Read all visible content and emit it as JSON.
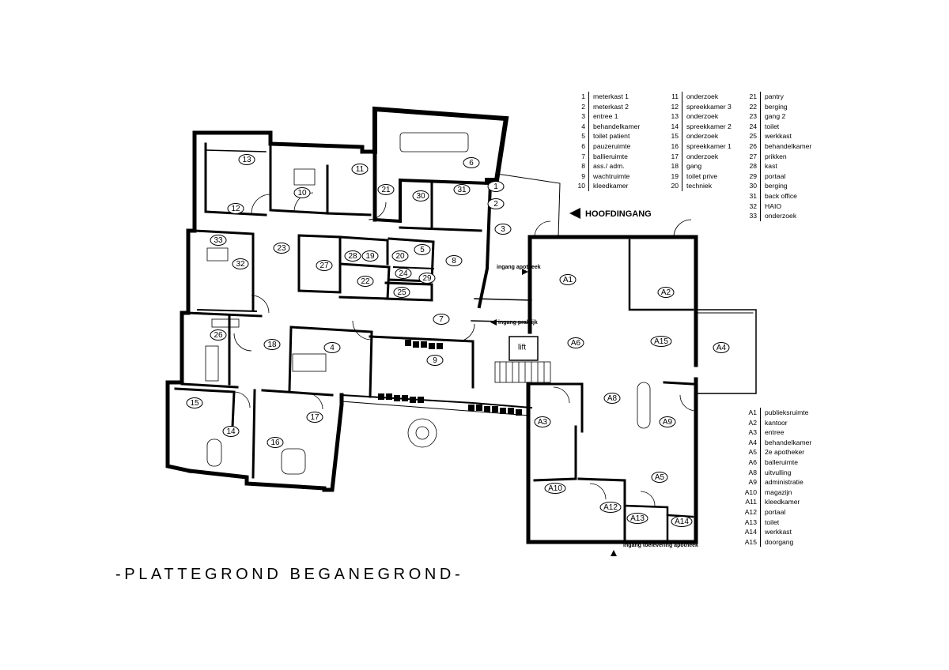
{
  "title": "-PLATTEGROND BEGANEGROND-",
  "legend_main": [
    {
      "num": "1",
      "label": "meterkast 1"
    },
    {
      "num": "2",
      "label": "meterkast 2"
    },
    {
      "num": "3",
      "label": "entree 1"
    },
    {
      "num": "4",
      "label": "behandelkamer"
    },
    {
      "num": "5",
      "label": "toilet patient"
    },
    {
      "num": "6",
      "label": "pauzeruimte"
    },
    {
      "num": "7",
      "label": "ballieruimte"
    },
    {
      "num": "8",
      "label": "ass./ adm."
    },
    {
      "num": "9",
      "label": "wachtruimte"
    },
    {
      "num": "10",
      "label": "kleedkamer"
    },
    {
      "num": "11",
      "label": "onderzoek"
    },
    {
      "num": "12",
      "label": "spreekkamer 3"
    },
    {
      "num": "13",
      "label": "onderzoek"
    },
    {
      "num": "14",
      "label": "spreekkamer 2"
    },
    {
      "num": "15",
      "label": "onderzoek"
    },
    {
      "num": "16",
      "label": "spreekkamer 1"
    },
    {
      "num": "17",
      "label": "onderzoek"
    },
    {
      "num": "18",
      "label": "gang"
    },
    {
      "num": "19",
      "label": "toilet prive"
    },
    {
      "num": "20",
      "label": "techniek"
    },
    {
      "num": "21",
      "label": "pantry"
    },
    {
      "num": "22",
      "label": "berging"
    },
    {
      "num": "23",
      "label": "gang 2"
    },
    {
      "num": "24",
      "label": "toilet"
    },
    {
      "num": "25",
      "label": "werkkast"
    },
    {
      "num": "26",
      "label": "behandelkamer"
    },
    {
      "num": "27",
      "label": "prikken"
    },
    {
      "num": "28",
      "label": "kast"
    },
    {
      "num": "29",
      "label": "portaal"
    },
    {
      "num": "30",
      "label": "berging"
    },
    {
      "num": "31",
      "label": "back office"
    },
    {
      "num": "32",
      "label": "HAIO"
    },
    {
      "num": "33",
      "label": "onderzoek"
    }
  ],
  "legend_a": [
    {
      "num": "A1",
      "label": "publieksruimte"
    },
    {
      "num": "A2",
      "label": "kantoor"
    },
    {
      "num": "A3",
      "label": "entree"
    },
    {
      "num": "A4",
      "label": "behandelkamer"
    },
    {
      "num": "A5",
      "label": "2e apotheker"
    },
    {
      "num": "A6",
      "label": "balleruimte"
    },
    {
      "num": "A8",
      "label": "uitvulling"
    },
    {
      "num": "A9",
      "label": "administratie"
    },
    {
      "num": "A10",
      "label": "magazijn"
    },
    {
      "num": "A11",
      "label": "kleedkamer"
    },
    {
      "num": "A12",
      "label": "portaal"
    },
    {
      "num": "A13",
      "label": "toilet"
    },
    {
      "num": "A14",
      "label": "werkkast"
    },
    {
      "num": "A15",
      "label": "doorgang"
    }
  ],
  "room_labels": [
    "1",
    "2",
    "3",
    "4",
    "5",
    "6",
    "7",
    "8",
    "9",
    "10",
    "11",
    "12",
    "13",
    "14",
    "15",
    "16",
    "17",
    "18",
    "19",
    "20",
    "21",
    "22",
    "23",
    "24",
    "25",
    "26",
    "27",
    "28",
    "29",
    "30",
    "31",
    "32",
    "33",
    "A1",
    "A2",
    "A3",
    "A4",
    "A5",
    "A6",
    "A8",
    "A9",
    "A10",
    "A12",
    "A13",
    "A14",
    "A15"
  ],
  "annotations": {
    "hoofdingang": "HOOFDINGANG",
    "ingang_apotheek": "ingang apotheek",
    "ingang_praktijk": "ingang praktijk",
    "lift": "lift",
    "ingang_toelevering": "ingang toelevering apotheek"
  },
  "colors": {
    "wall": "#000000",
    "background": "#ffffff"
  }
}
